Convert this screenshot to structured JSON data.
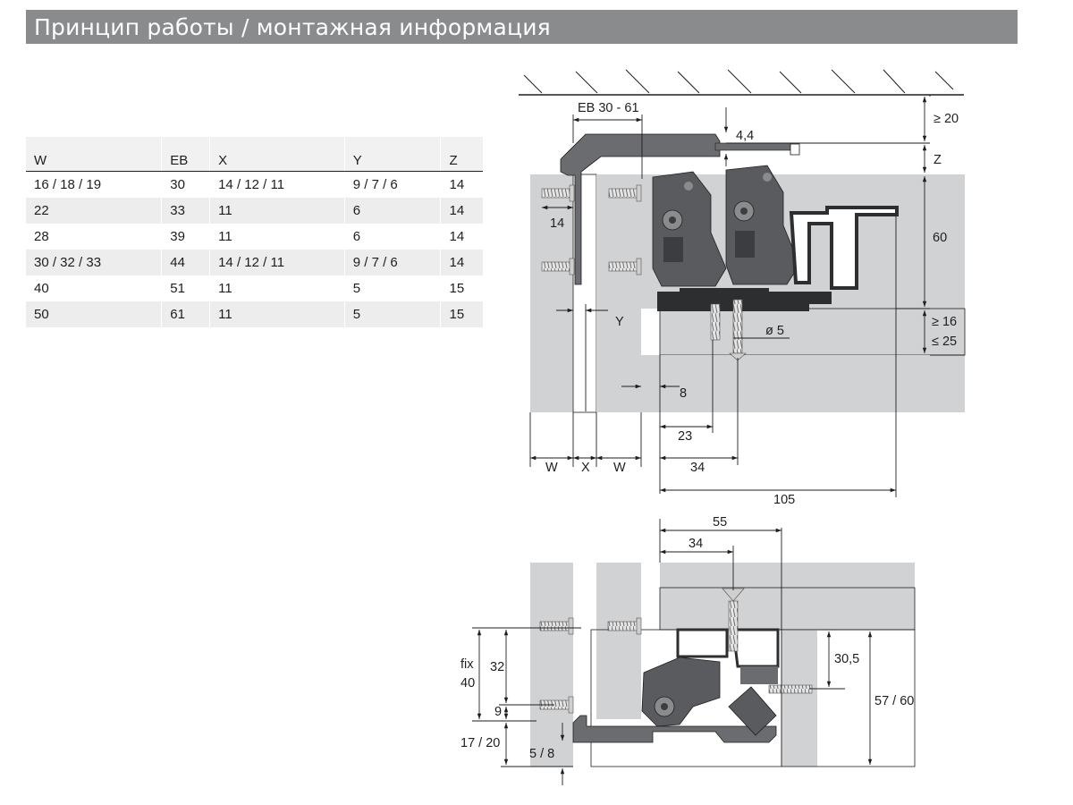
{
  "header": {
    "title": "Принцип работы / монтажная информация"
  },
  "table": {
    "columns": [
      "W",
      "EB",
      "X",
      "Y",
      "Z"
    ],
    "rows": [
      [
        "16 / 18 / 19",
        "30",
        "14 / 12 / 11",
        "9 / 7 / 6",
        "14"
      ],
      [
        "22",
        "33",
        "11",
        "6",
        "14"
      ],
      [
        "28",
        "39",
        "11",
        "6",
        "14"
      ],
      [
        "30 / 32 / 33",
        "44",
        "14 / 12 / 11",
        "9 / 7 / 6",
        "14"
      ],
      [
        "40",
        "51",
        "11",
        "5",
        "15"
      ],
      [
        "50",
        "61",
        "11",
        "5",
        "15"
      ]
    ]
  },
  "top_drawing": {
    "labels": {
      "eb_range": "EB 30 - 61",
      "gap": "4,4",
      "ge20": "≥ 20",
      "z": "Z",
      "h60": "60",
      "d14": "14",
      "y": "Y",
      "ge16": "≥ 16",
      "le25": "≤ 25",
      "dia5": "ø 5",
      "d8": "8",
      "d23": "23",
      "w1": "W",
      "x": "X",
      "w2": "W",
      "d34": "34",
      "d105": "105"
    }
  },
  "bottom_drawing": {
    "labels": {
      "d55": "55",
      "d34": "34",
      "fix": "fix",
      "fix40": "40",
      "d32": "32",
      "d9": "9",
      "d1720": "17 / 20",
      "d58": "5 / 8",
      "d305": "30,5",
      "d5760": "57 / 60"
    }
  },
  "colors": {
    "title_bg": "#8a8b8d",
    "panel_gray": "#d1d2d3",
    "mechanism_dark": "#4e4f52",
    "line": "#1e1e1e"
  }
}
